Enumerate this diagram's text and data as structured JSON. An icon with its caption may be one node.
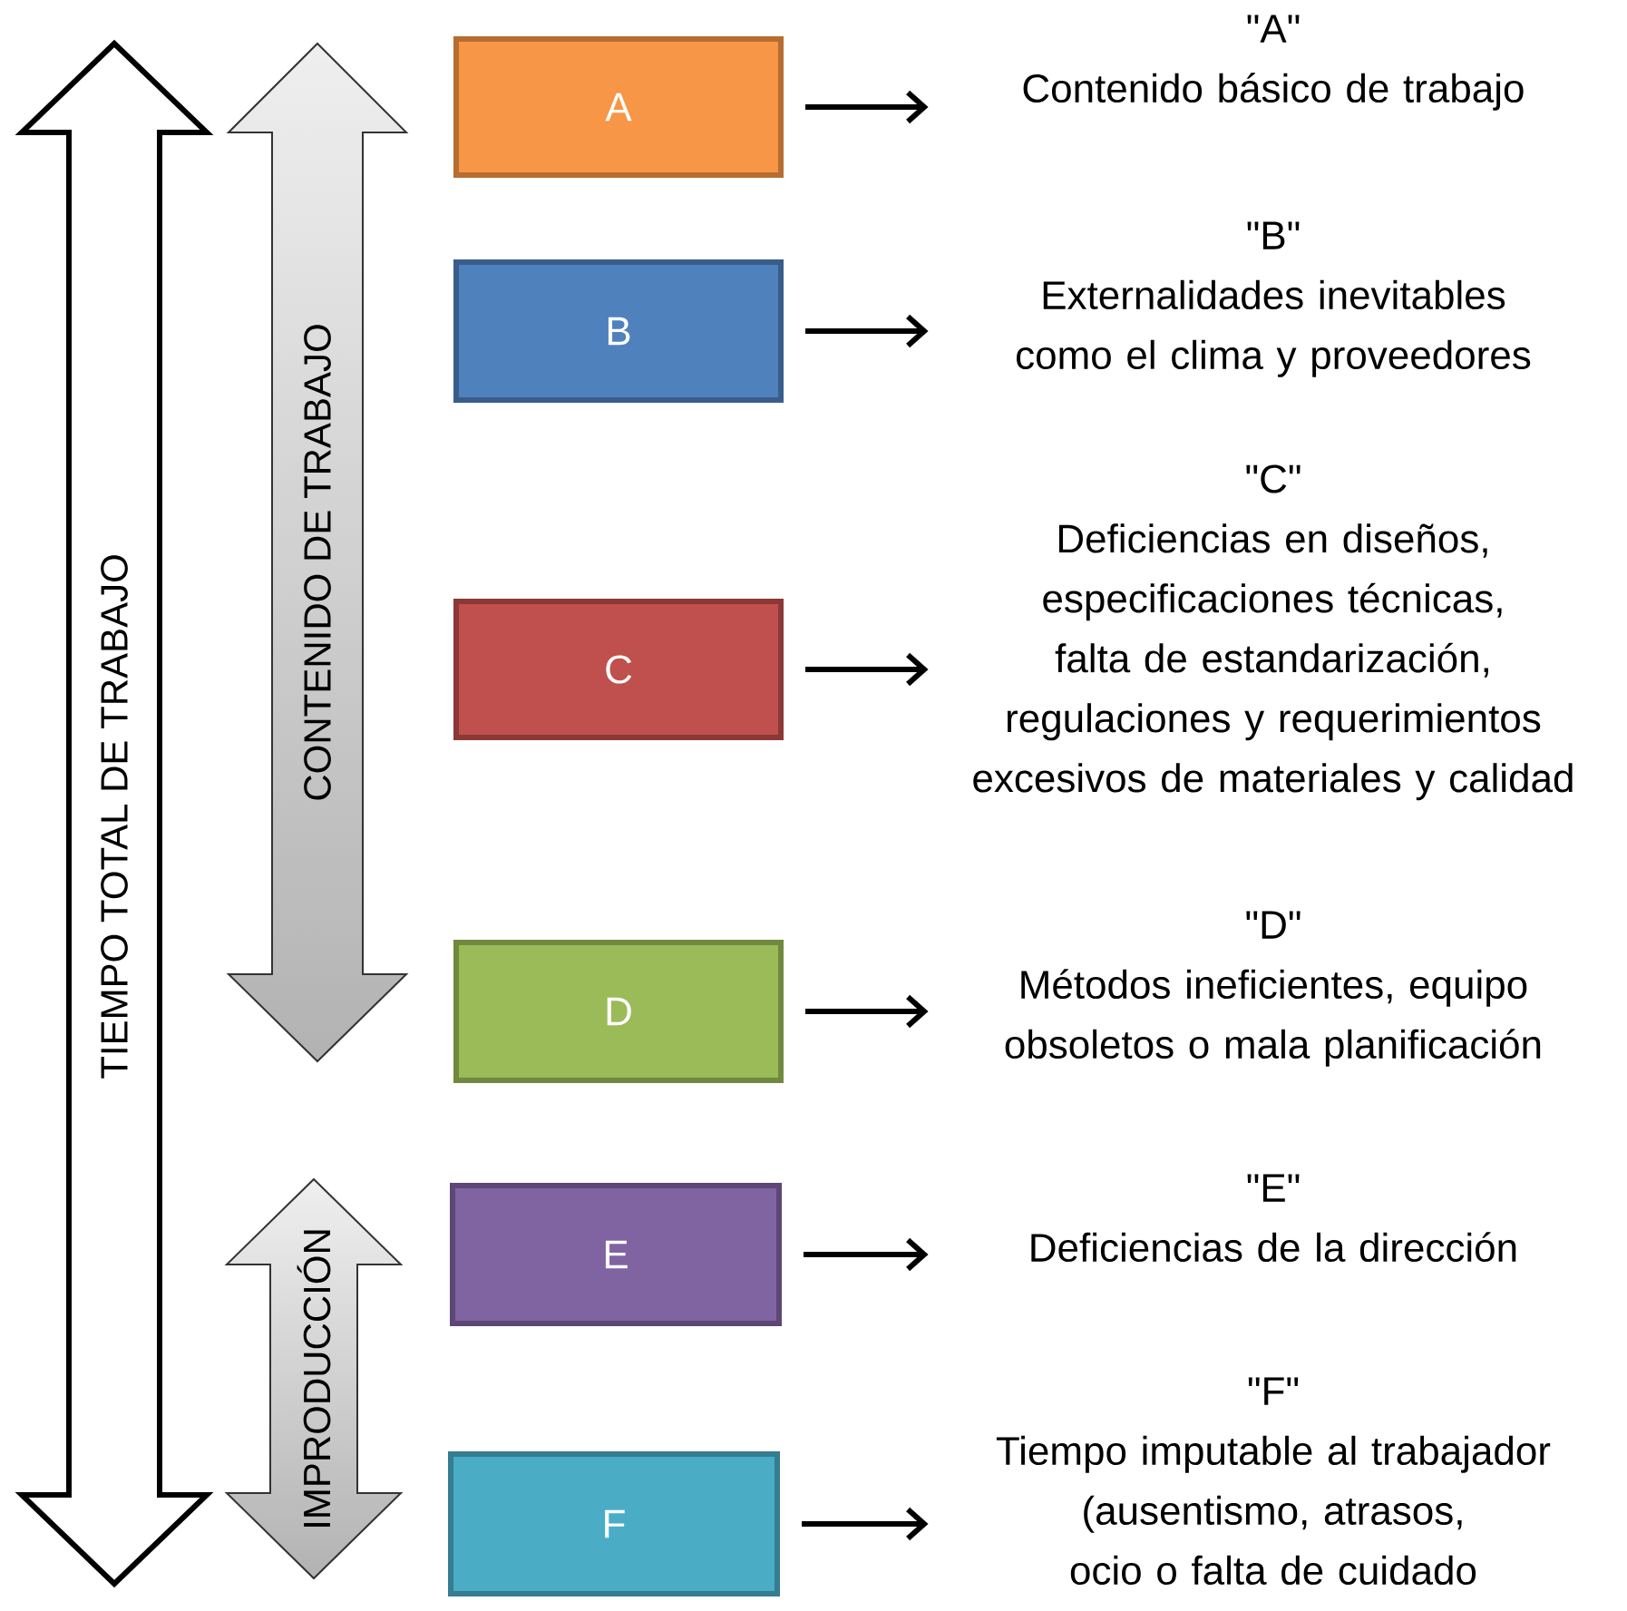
{
  "diagram": {
    "nodes": [
      {
        "text": [
          "TIEMPO TOTAL DE TRABAJO"
        ]
      },
      {
        "text": [
          "CONTENIDO DE TRABAJO"
        ]
      },
      {
        "text": [
          "IMPRODUCCIÓN"
        ]
      },
      {
        "text": [
          "A"
        ]
      },
      {
        "text": [
          "B"
        ]
      },
      {
        "text": [
          "C"
        ]
      },
      {
        "text": [
          "D"
        ]
      },
      {
        "text": [
          "E"
        ]
      },
      {
        "text": [
          "F"
        ]
      },
      {
        "text": [
          "\"A\"",
          "Contenido básico de trabajo"
        ]
      },
      {
        "text": [
          "\"B\"",
          "Externalidades inevitables como el clima y proveedores"
        ]
      },
      {
        "text": [
          "\"C\"",
          "Deficiencias en diseños, especificaciones técnicas, falta de estandarización, regulaciones y requerimientos excesivos de materiales y calidad"
        ]
      },
      {
        "text": [
          "\"D\"",
          "Métodos ineficientes, equipo obsoletos o mala planificación"
        ]
      },
      {
        "text": [
          "\"E\"",
          "Deficiencias de la dirección"
        ]
      },
      {
        "text": [
          "\"F\"",
          "Tiempo imputable al trabajador (ausentismo, atrasos, ocio o falta de cuidado"
        ]
      }
    ],
    "edges": [
      {
        "from": 3,
        "to": 9,
        "arrow": "to"
      },
      {
        "from": 4,
        "to": 10,
        "arrow": "to"
      },
      {
        "from": 5,
        "to": 11,
        "arrow": "to"
      },
      {
        "from": 6,
        "to": 12,
        "arrow": "to"
      },
      {
        "from": 7,
        "to": 13,
        "arrow": "to"
      },
      {
        "from": 8,
        "to": 14,
        "arrow": "to"
      }
    ]
  }
}
